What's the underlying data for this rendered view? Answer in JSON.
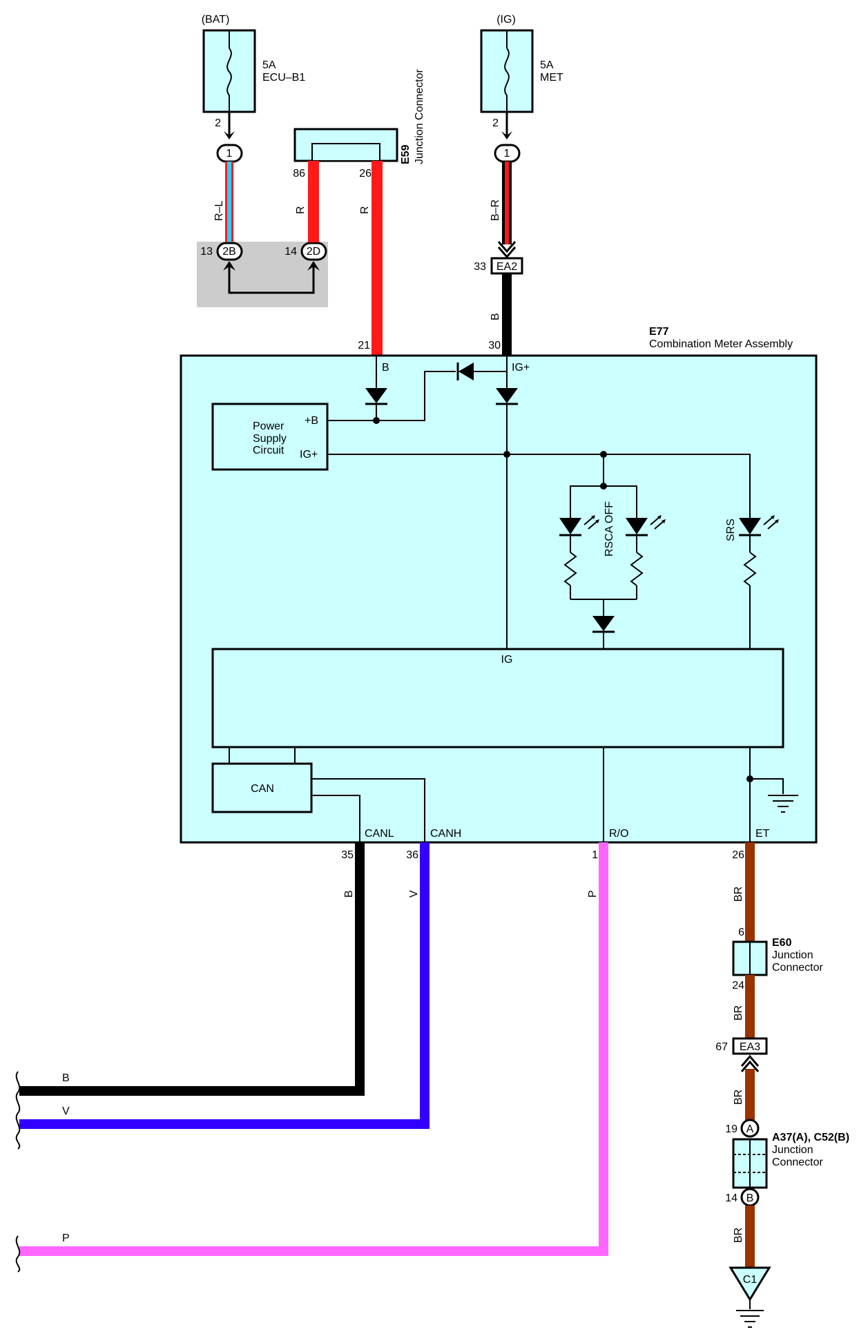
{
  "colors": {
    "module_fill": "#ccffff",
    "wire_red": "#ff1a1a",
    "wire_blue_stripe": "#33ccff",
    "wire_black": "#000000",
    "wire_violet": "#3300ff",
    "wire_pink": "#ff66ff",
    "wire_brown": "#993300",
    "shade_box": "#cccccc"
  },
  "fuses": {
    "bat": {
      "source": "(BAT)",
      "rating": "5A",
      "name": "ECU–B1",
      "pin": "2",
      "connector": "1",
      "wire": "R–L"
    },
    "ig": {
      "source": "(IG)",
      "rating": "5A",
      "name": "MET",
      "pin": "2",
      "connector": "1",
      "wire": "B–R"
    }
  },
  "junction_e59": {
    "id": "E59",
    "label": "Junction Connector",
    "pin_left": "86",
    "pin_right": "26",
    "wire_left": "R",
    "wire_right": "R"
  },
  "shaded_connectors": {
    "left_pin": "13",
    "left_label": "2B",
    "right_pin": "14",
    "right_label": "2D"
  },
  "ea2": {
    "pin": "33",
    "label": "EA2",
    "wire": "B"
  },
  "meter": {
    "id": "E77",
    "name": "Combination Meter Assembly",
    "pin_b": "21",
    "pin_ig": "30",
    "label_b": "B",
    "label_ig_plus": "IG+",
    "power_supply": "Power Supply Circuit",
    "power_b": "+B",
    "power_ig": "IG+",
    "led_rsca": "RSCA OFF",
    "led_srs": "SRS",
    "ig_label": "IG",
    "can_label": "CAN",
    "canl": "CANL",
    "canh": "CANH",
    "ro": "R/O",
    "et": "ET"
  },
  "bottom_pins": {
    "canl_pin": "35",
    "canl_wire": "B",
    "canh_pin": "36",
    "canh_wire": "V",
    "ro_pin": "1",
    "ro_wire": "P",
    "et_pin": "26",
    "et_wire": "BR"
  },
  "junction_e60": {
    "id": "E60",
    "label": "Junction Connector",
    "pin_top": "6",
    "pin_bottom": "24",
    "wire_below": "BR"
  },
  "ea3": {
    "pin": "67",
    "label": "EA3",
    "wire": "BR"
  },
  "junction_a37": {
    "id": "A37(A), C52(B)",
    "label": "Junction Connector",
    "pin_a": "19",
    "label_a": "A",
    "pin_b": "14",
    "label_b": "B",
    "wire_below": "BR"
  },
  "ground": {
    "label": "C1"
  },
  "left_wires": {
    "b": "B",
    "v": "V",
    "p": "P"
  }
}
